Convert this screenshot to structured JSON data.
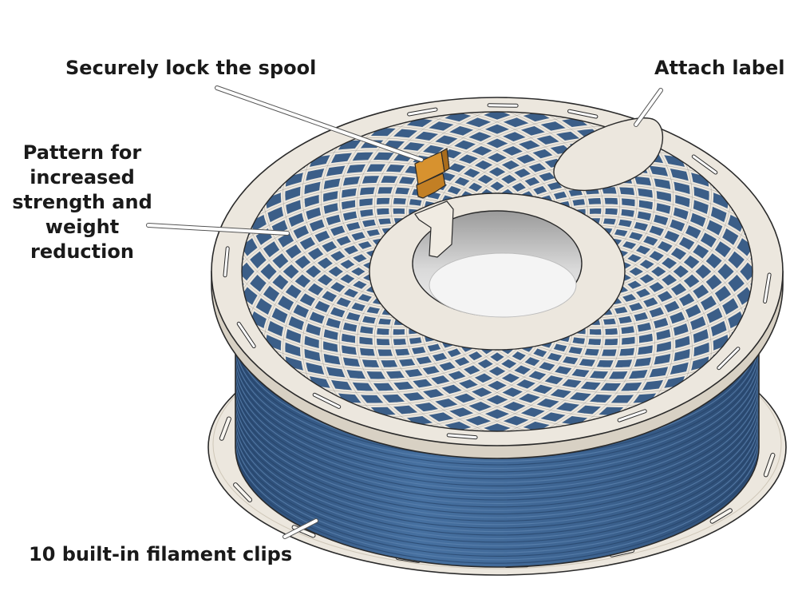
{
  "callouts": {
    "lock": "Securely lock the spool",
    "attach": "Attach label",
    "pattern": [
      "Pattern for",
      "increased",
      "strength and",
      "weight",
      "reduction"
    ],
    "clips": "10 built-in filament clips"
  },
  "colors": {
    "flange": "#ece7de",
    "flange_edge": "#d8d1c4",
    "filament": "#3b5e88",
    "filament_dark": "#27446a",
    "filament_light": "#5e84b0",
    "lock_clip": "#d7922f",
    "outline": "#2a2a2a",
    "leader": "#ffffff"
  },
  "icons": [
    "spool-illustration",
    "lock-clip-icon",
    "label-pad-icon",
    "filament-clip-icon"
  ]
}
